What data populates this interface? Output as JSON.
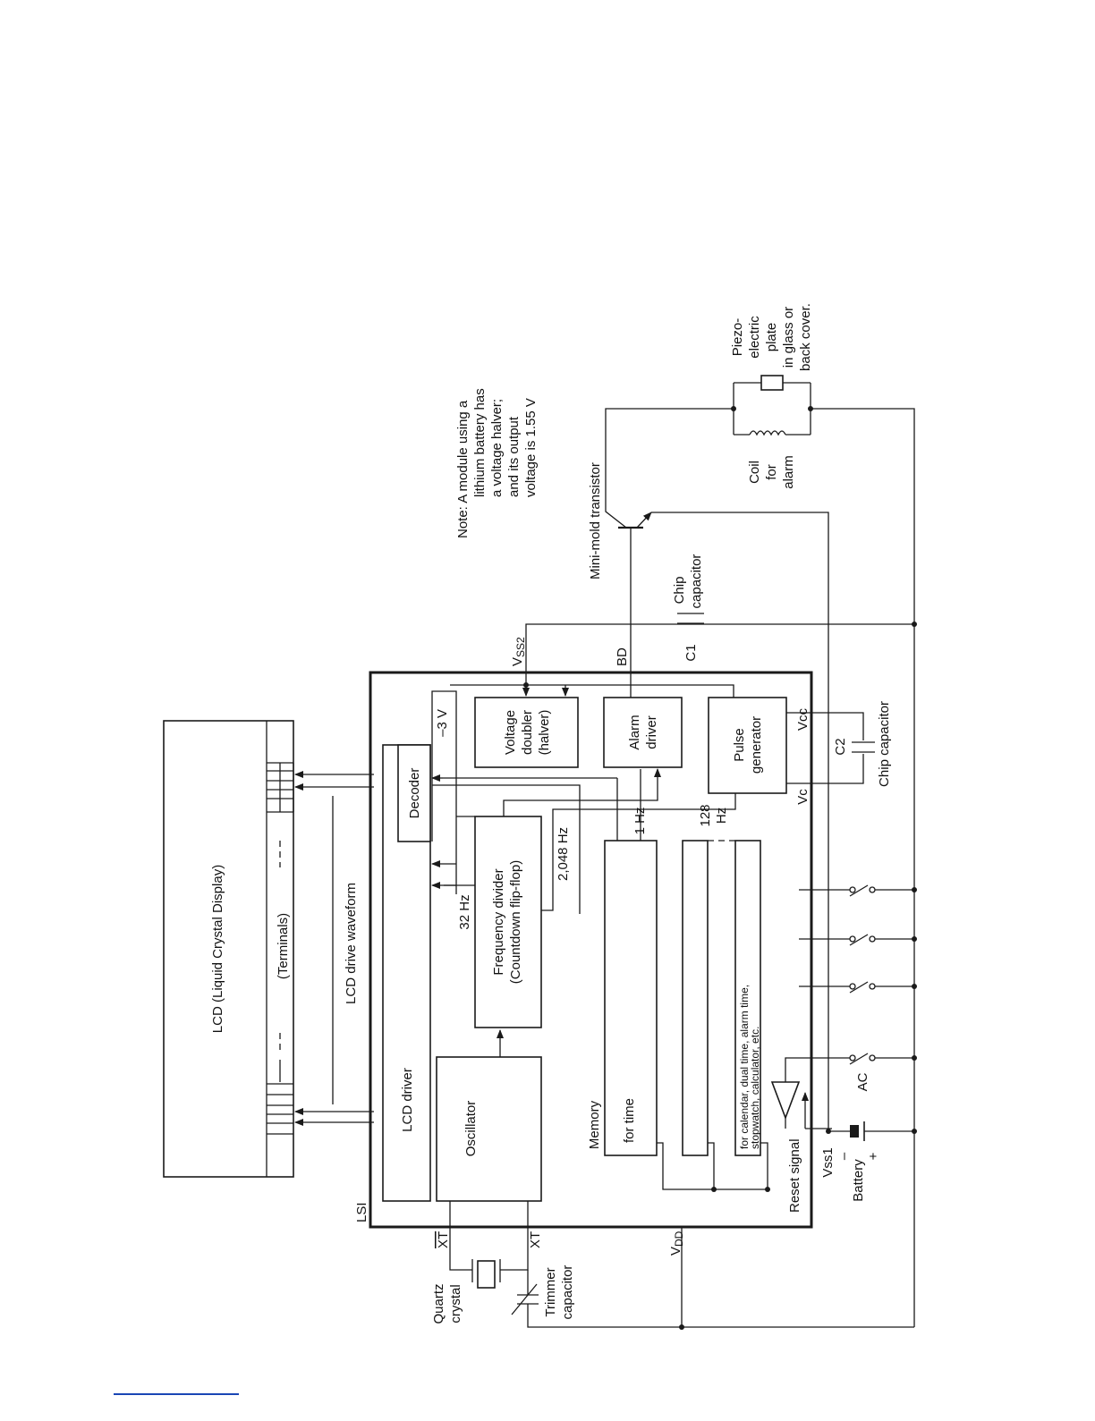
{
  "labels": {
    "lcd": "LCD (Liquid Crystal Display)",
    "terminals": "(Terminals)",
    "lcd_drive_waveform": "LCD drive waveform",
    "lsi": "LSI",
    "lcd_driver": "LCD driver",
    "decoder": "Decoder",
    "oscillator": "Oscillator",
    "frequency_divider_1": "Frequency divider",
    "frequency_divider_2": "(Countdown flip-flop)",
    "hz32": "32 Hz",
    "hz2048": "2,048 Hz",
    "hz1": "1 Hz",
    "hz128_a": "128",
    "hz128_b": "Hz",
    "minus3v": "–3 V",
    "voltage_doubler_1": "Voltage",
    "voltage_doubler_2": "doubler",
    "voltage_doubler_3": "(halver)",
    "alarm_driver_1": "Alarm",
    "alarm_driver_2": "driver",
    "pulse_generator_1": "Pulse",
    "pulse_generator_2": "generator",
    "vss2": "V",
    "vss2_sub": "SS2",
    "bd": "BD",
    "vcc": "Vcc",
    "vc": "Vc",
    "c1": "C1",
    "c2": "C2",
    "chip_capacitor_top_1": "Chip",
    "chip_capacitor_top_2": "capacitor",
    "chip_capacitor_bottom": "Chip capacitor",
    "memory": "Memory",
    "for_time": "for time",
    "memory_other_1": "for calendar, dual time, alarm time,",
    "memory_other_2": "stopwatch, calculator, etc.",
    "reset_signal": "Reset signal",
    "vss1": "Vss1",
    "ac": "AC",
    "battery": "Battery",
    "battery_minus": "–",
    "battery_plus": "+",
    "vdd": "V",
    "vdd_sub": "DD",
    "xt_bar": "XT",
    "xt": "XT",
    "quartz_crystal_1": "Quartz",
    "quartz_crystal_2": "crystal",
    "trimmer_capacitor_1": "Trimmer",
    "trimmer_capacitor_2": "capacitor",
    "mini_mold_transistor": "Mini-mold transistor",
    "coil_1": "Coil",
    "coil_2": "for",
    "coil_3": "alarm",
    "piezo_1": "Piezo-",
    "piezo_2": "electric",
    "piezo_3": "plate",
    "piezo_4": "in glass or",
    "piezo_5": "back cover.",
    "note_1": "Note:  A module using a",
    "note_2": "lithium battery has",
    "note_3": "a voltage halver;",
    "note_4": "and its output",
    "note_5": "voltage is 1.55 V"
  }
}
